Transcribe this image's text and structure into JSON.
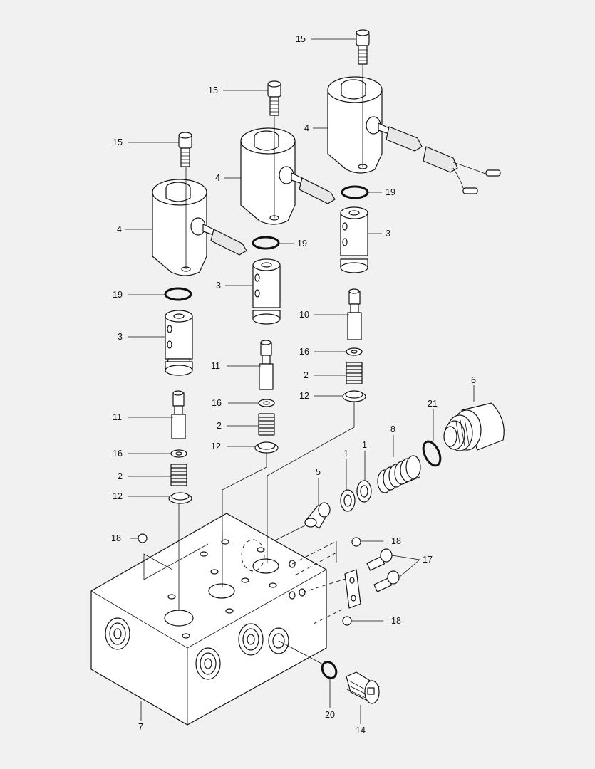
{
  "callouts": [
    {
      "id": "c15a",
      "text": "15"
    },
    {
      "id": "c15b",
      "text": "15"
    },
    {
      "id": "c15c",
      "text": "15"
    },
    {
      "id": "c4a",
      "text": "4"
    },
    {
      "id": "c4b",
      "text": "4"
    },
    {
      "id": "c4c",
      "text": "4"
    },
    {
      "id": "c19a",
      "text": "19"
    },
    {
      "id": "c19b",
      "text": "19"
    },
    {
      "id": "c19c",
      "text": "19"
    },
    {
      "id": "c3a",
      "text": "3"
    },
    {
      "id": "c3b",
      "text": "3"
    },
    {
      "id": "c3c",
      "text": "3"
    },
    {
      "id": "c10",
      "text": "10"
    },
    {
      "id": "c11a",
      "text": "11"
    },
    {
      "id": "c11b",
      "text": "11"
    },
    {
      "id": "c16a",
      "text": "16"
    },
    {
      "id": "c16b",
      "text": "16"
    },
    {
      "id": "c16c",
      "text": "16"
    },
    {
      "id": "c2a",
      "text": "2"
    },
    {
      "id": "c2b",
      "text": "2"
    },
    {
      "id": "c2c",
      "text": "2"
    },
    {
      "id": "c12a",
      "text": "12"
    },
    {
      "id": "c12b",
      "text": "12"
    },
    {
      "id": "c12c",
      "text": "12"
    },
    {
      "id": "c6",
      "text": "6"
    },
    {
      "id": "c21",
      "text": "21"
    },
    {
      "id": "c8",
      "text": "8"
    },
    {
      "id": "c1a",
      "text": "1"
    },
    {
      "id": "c1b",
      "text": "1"
    },
    {
      "id": "c5",
      "text": "5"
    },
    {
      "id": "c18a",
      "text": "18"
    },
    {
      "id": "c18b",
      "text": "18"
    },
    {
      "id": "c18c",
      "text": "18"
    },
    {
      "id": "c17",
      "text": "17"
    },
    {
      "id": "c20",
      "text": "20"
    },
    {
      "id": "c14",
      "text": "14"
    },
    {
      "id": "c7",
      "text": "7"
    }
  ]
}
